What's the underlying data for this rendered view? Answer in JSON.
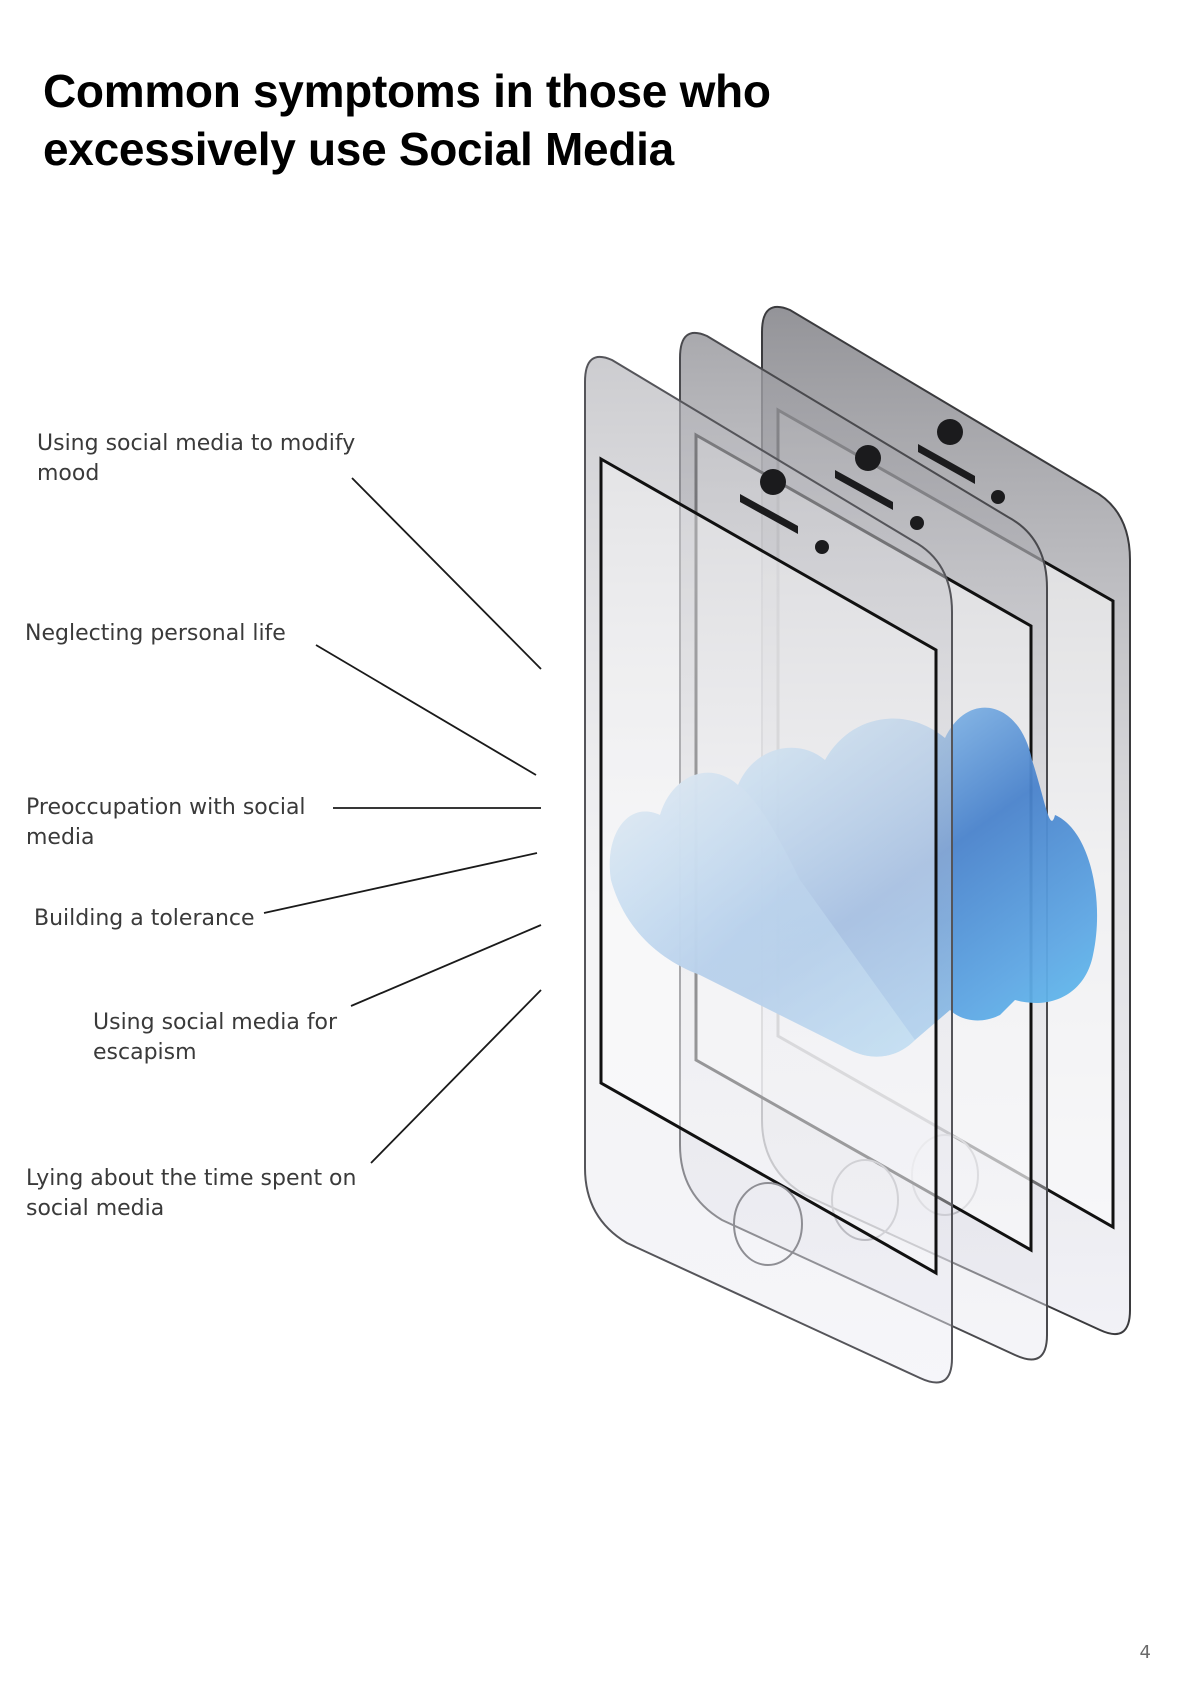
{
  "page": {
    "title": "Common symptoms in those who excessively use Social Media",
    "page_number": "4"
  },
  "symptoms": [
    {
      "label": "Using social media to modify mood"
    },
    {
      "label": "Neglecting personal life"
    },
    {
      "label": "Preoccupation with social media"
    },
    {
      "label": "Building a tolerance"
    },
    {
      "label": "Using social media for escapism"
    },
    {
      "label": "Lying about the time spent on social media"
    }
  ],
  "illustration": {
    "description_icon": "stacked-phones-with-cloud",
    "colors": {
      "phone_back": "#8e8e93",
      "phone_front": "#d6d6dc",
      "screen_frame": "#1a1a1a",
      "cloud_light": "#c8e6fb",
      "cloud_mid": "#6fa9e0",
      "cloud_dark": "#3f79c6",
      "cloud_cyan": "#5ec6f2",
      "leader_line": "#1a1a1a"
    }
  }
}
